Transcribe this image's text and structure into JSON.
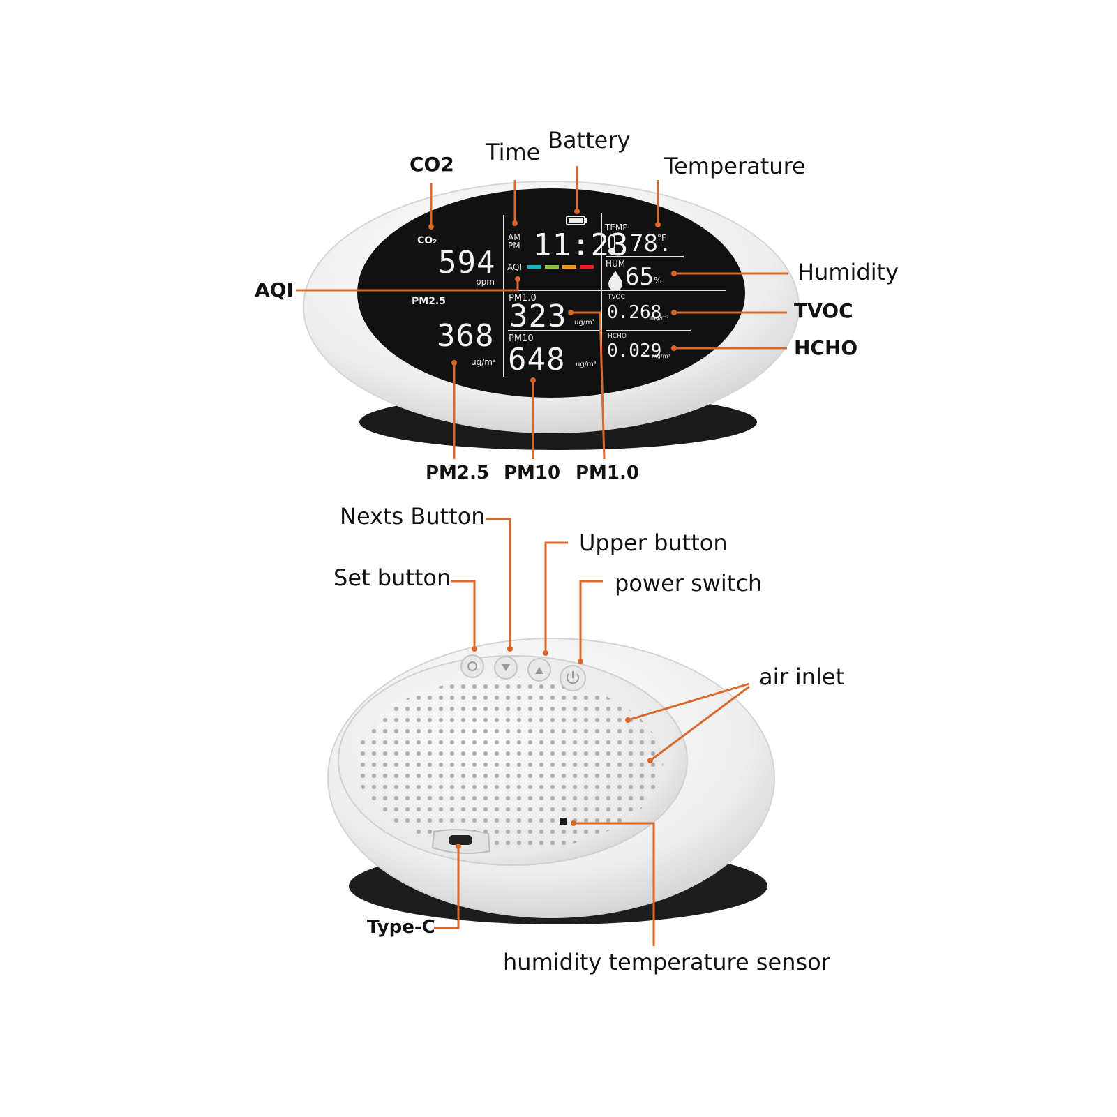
{
  "colors": {
    "leader": "#d9682a",
    "device_body": "#f1f1f1",
    "screen": "#111111",
    "aqi_segments": [
      "#19b3c9",
      "#8cc63f",
      "#f7941d",
      "#e02020"
    ]
  },
  "top_device": {
    "callouts": {
      "co2": "CO2",
      "time": "Time",
      "battery": "Battery",
      "temperature": "Temperature",
      "humidity": "Humidity",
      "aqi": "AQI",
      "tvoc": "TVOC",
      "hcho": "HCHO",
      "pm25": "PM2.5",
      "pm10": "PM10",
      "pm10_1": "PM1.0"
    },
    "screen": {
      "co2_label": "CO₂",
      "co2_value": "594",
      "co2_unit": "ppm",
      "ampm": "AM PM",
      "time_value": "11:23",
      "aqi_label": "AQI",
      "temp_label": "TEMP",
      "temp_value": "78.",
      "temp_unit": "°F",
      "hum_label": "HUM",
      "hum_value": "65",
      "hum_unit": "%",
      "pm25_label": "PM2.5",
      "pm25_value": "368",
      "pm25_unit": "ug/m³",
      "pm1_label": "PM1.0",
      "pm1_value": "323",
      "pm1_unit": "ug/m³",
      "pm10_label": "PM10",
      "pm10_value": "648",
      "pm10_unit": "ug/m³",
      "tvoc_label": "TVOC",
      "tvoc_value": "0.268",
      "tvoc_unit": "mg/m³",
      "hcho_label": "HCHO",
      "hcho_value": "0.029",
      "hcho_unit": "mg/m³"
    }
  },
  "bottom_device": {
    "callouts": {
      "nexts_button": "Nexts Button",
      "upper_button": "Upper button",
      "set_button": "Set button",
      "power_switch": "power switch",
      "air_inlet": "air inlet",
      "type_c": "Type-C",
      "sensor": "humidity temperature sensor"
    }
  }
}
